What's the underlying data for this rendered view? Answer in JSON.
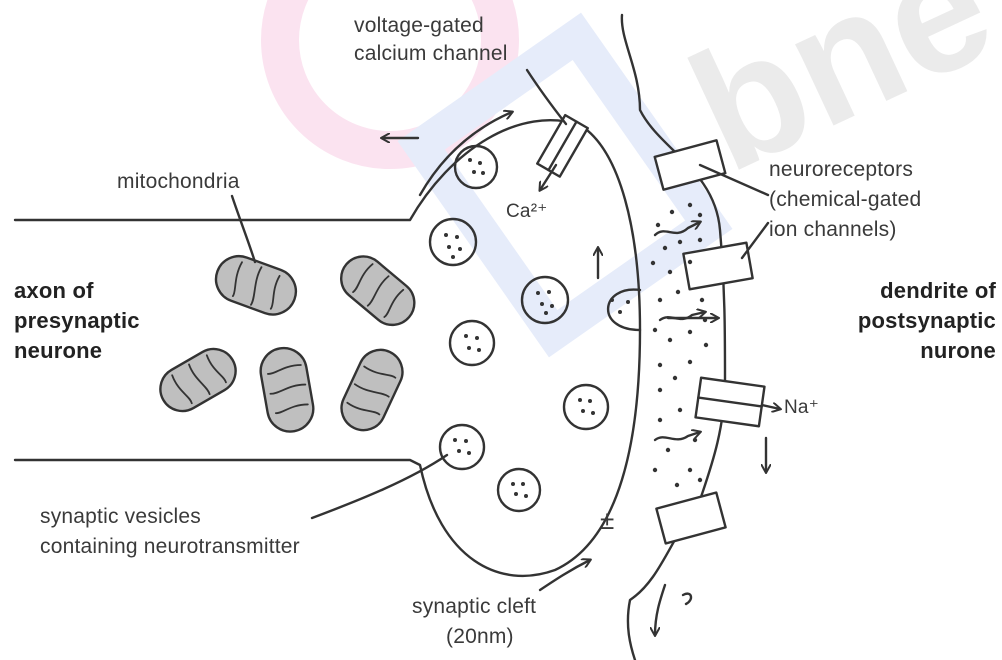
{
  "watermark": {
    "text": "bne"
  },
  "labels": {
    "vg_line1": "voltage-gated",
    "vg_line2": "calcium channel",
    "mitochondria": "mitochondria",
    "axon_line1": "axon of",
    "axon_line2": "presynaptic",
    "axon_line3": "neurone",
    "neuro_line1": "neuroreceptors",
    "neuro_line2": "(chemical-gated",
    "neuro_line3": "ion channels)",
    "dendrite_line1": "dendrite of",
    "dendrite_line2": "postsynaptic",
    "dendrite_line3": "nurone",
    "calcium_ion": "Ca²⁺",
    "sodium_ion": "Na⁺",
    "vesicles_line1": "synaptic vesicles",
    "vesicles_line2": "containing neurotransmitter",
    "cleft_line1": "synaptic cleft",
    "cleft_line2": "(20nm)",
    "plus_minus": "±"
  },
  "colors": {
    "stroke": "#333333",
    "fill_mito": "#bfbfbf",
    "watermark": "#ebebeb",
    "watermark_pink": "#fbe3f0",
    "watermark_blue": "#e6ecfa"
  }
}
